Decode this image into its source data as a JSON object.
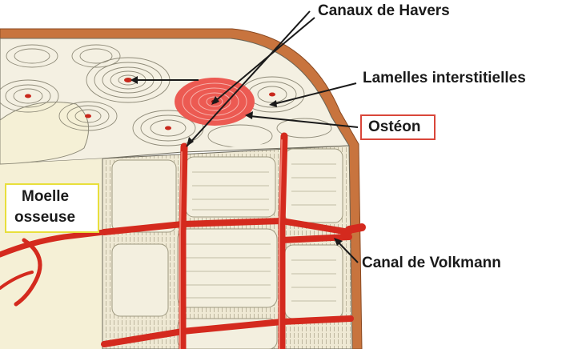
{
  "labels": {
    "canaux_havers": "Canaux de Havers",
    "lamelles_interstitielles": "Lamelles interstitielles",
    "osteon": "Ostéon",
    "moelle_line1": "Moelle",
    "moelle_line2": "osseuse",
    "canal_volkmann": "Canal de Volkmann"
  },
  "colors": {
    "vessel_red": "#d42a1e",
    "osteon_highlight": "#ec5a52",
    "bone_cream": "#f3efdf",
    "periosteum": "#c8743e",
    "osteon_box_border": "#d9463a",
    "moelle_box_border": "#e8df3c"
  }
}
